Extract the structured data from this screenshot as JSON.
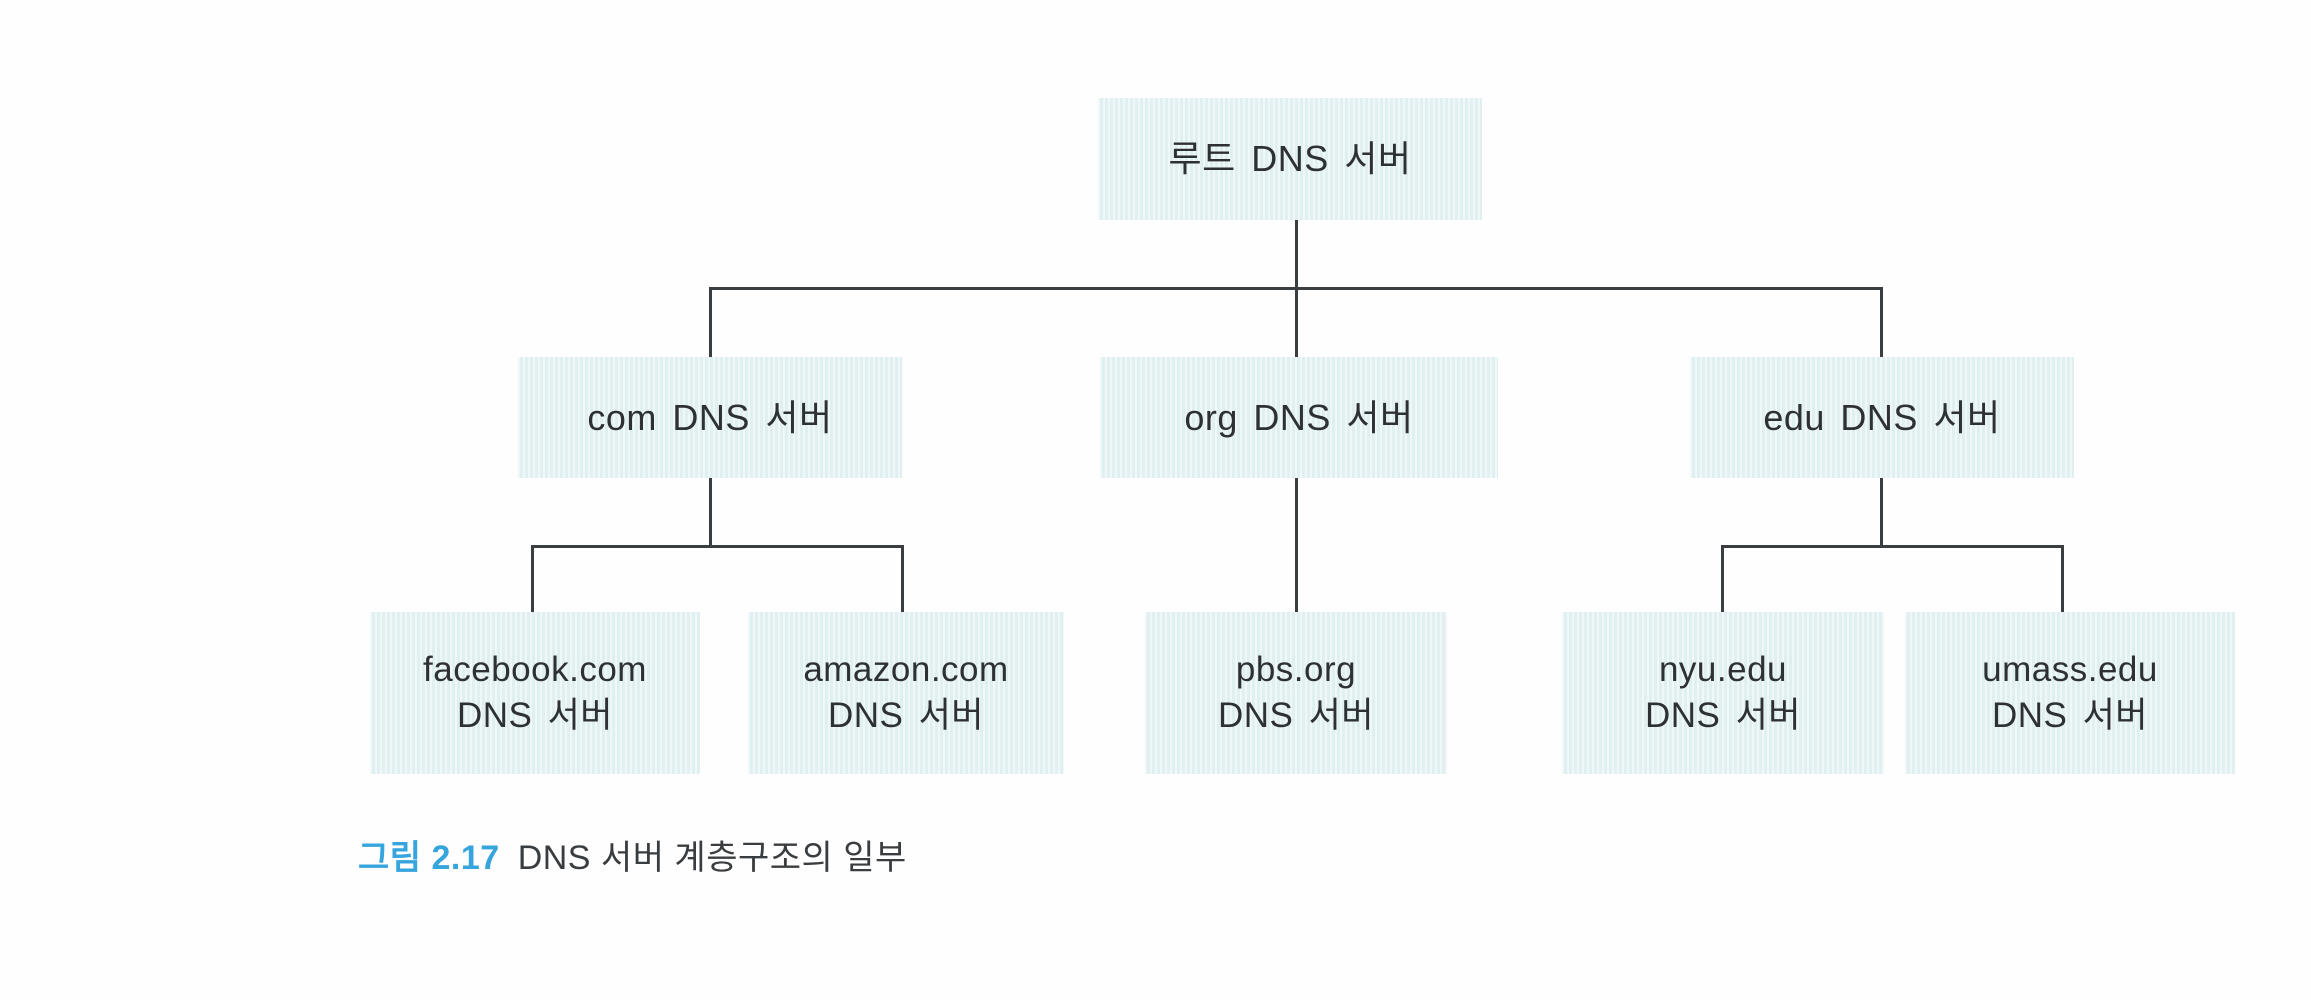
{
  "figure": {
    "caption_label": "그림 2.17",
    "caption_text": "DNS 서버 계층구조의 일부"
  },
  "tree": {
    "root": {
      "label": "루트 DNS 서버"
    },
    "tlds": [
      {
        "label": "com DNS 서버"
      },
      {
        "label": "org DNS 서버"
      },
      {
        "label": "edu DNS 서버"
      }
    ],
    "authoritative": [
      {
        "line1": "facebook.com",
        "line2": "DNS 서버",
        "parent": "com"
      },
      {
        "line1": "amazon.com",
        "line2": "DNS 서버",
        "parent": "com"
      },
      {
        "line1": "pbs.org",
        "line2": "DNS 서버",
        "parent": "org"
      },
      {
        "line1": "nyu.edu",
        "line2": "DNS 서버",
        "parent": "edu"
      },
      {
        "line1": "umass.edu",
        "line2": "DNS 서버",
        "parent": "edu"
      }
    ]
  },
  "colors": {
    "node_fill": "#e8f3f4",
    "connector_line": "#3b3e40",
    "node_text": "#2e3133",
    "caption_accent": "#36a4dd",
    "background": "#fefefe"
  }
}
